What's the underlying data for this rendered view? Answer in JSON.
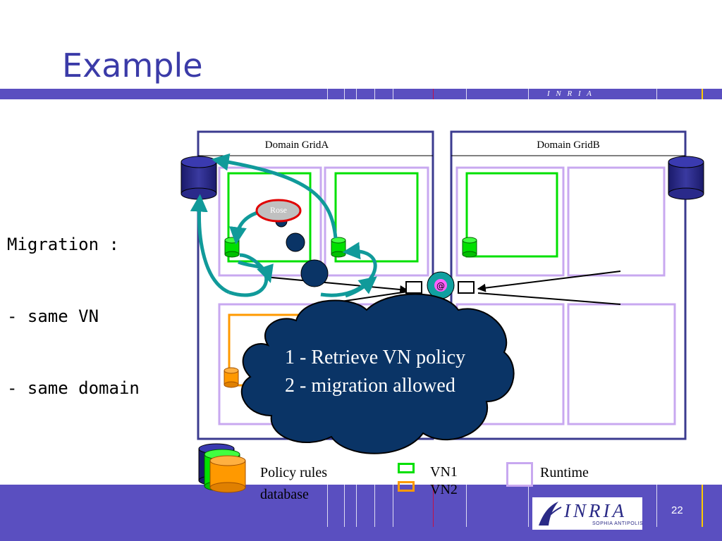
{
  "slide": {
    "title": "Example",
    "page_number": "22"
  },
  "migration": {
    "lines": [
      "Migration :",
      "- same VN",
      "- same domain"
    ]
  },
  "domains": [
    {
      "label": "Domain GridA"
    },
    {
      "label": "Domain GridB"
    }
  ],
  "node_label": "Rose",
  "cloud": {
    "lines": [
      "1 - Retrieve VN policy",
      "2 - migration allowed"
    ]
  },
  "legend": {
    "policy_line1": "Policy rules",
    "policy_line2": "database",
    "vn1": "VN1",
    "vn2": "VN2",
    "runtime": "Runtime"
  },
  "logo": {
    "name": "INRIA",
    "subtitle": "SOPHIA ANTIPOLIS",
    "mini": "I N R I A"
  },
  "colors": {
    "accent": "#5a4fc0",
    "title": "#3b3ba8",
    "vn1": "#00e000",
    "vn2": "#ff9900",
    "runtime": "#c8a8f0",
    "cloud": "#0a3466",
    "arrow": "#109a9a"
  }
}
